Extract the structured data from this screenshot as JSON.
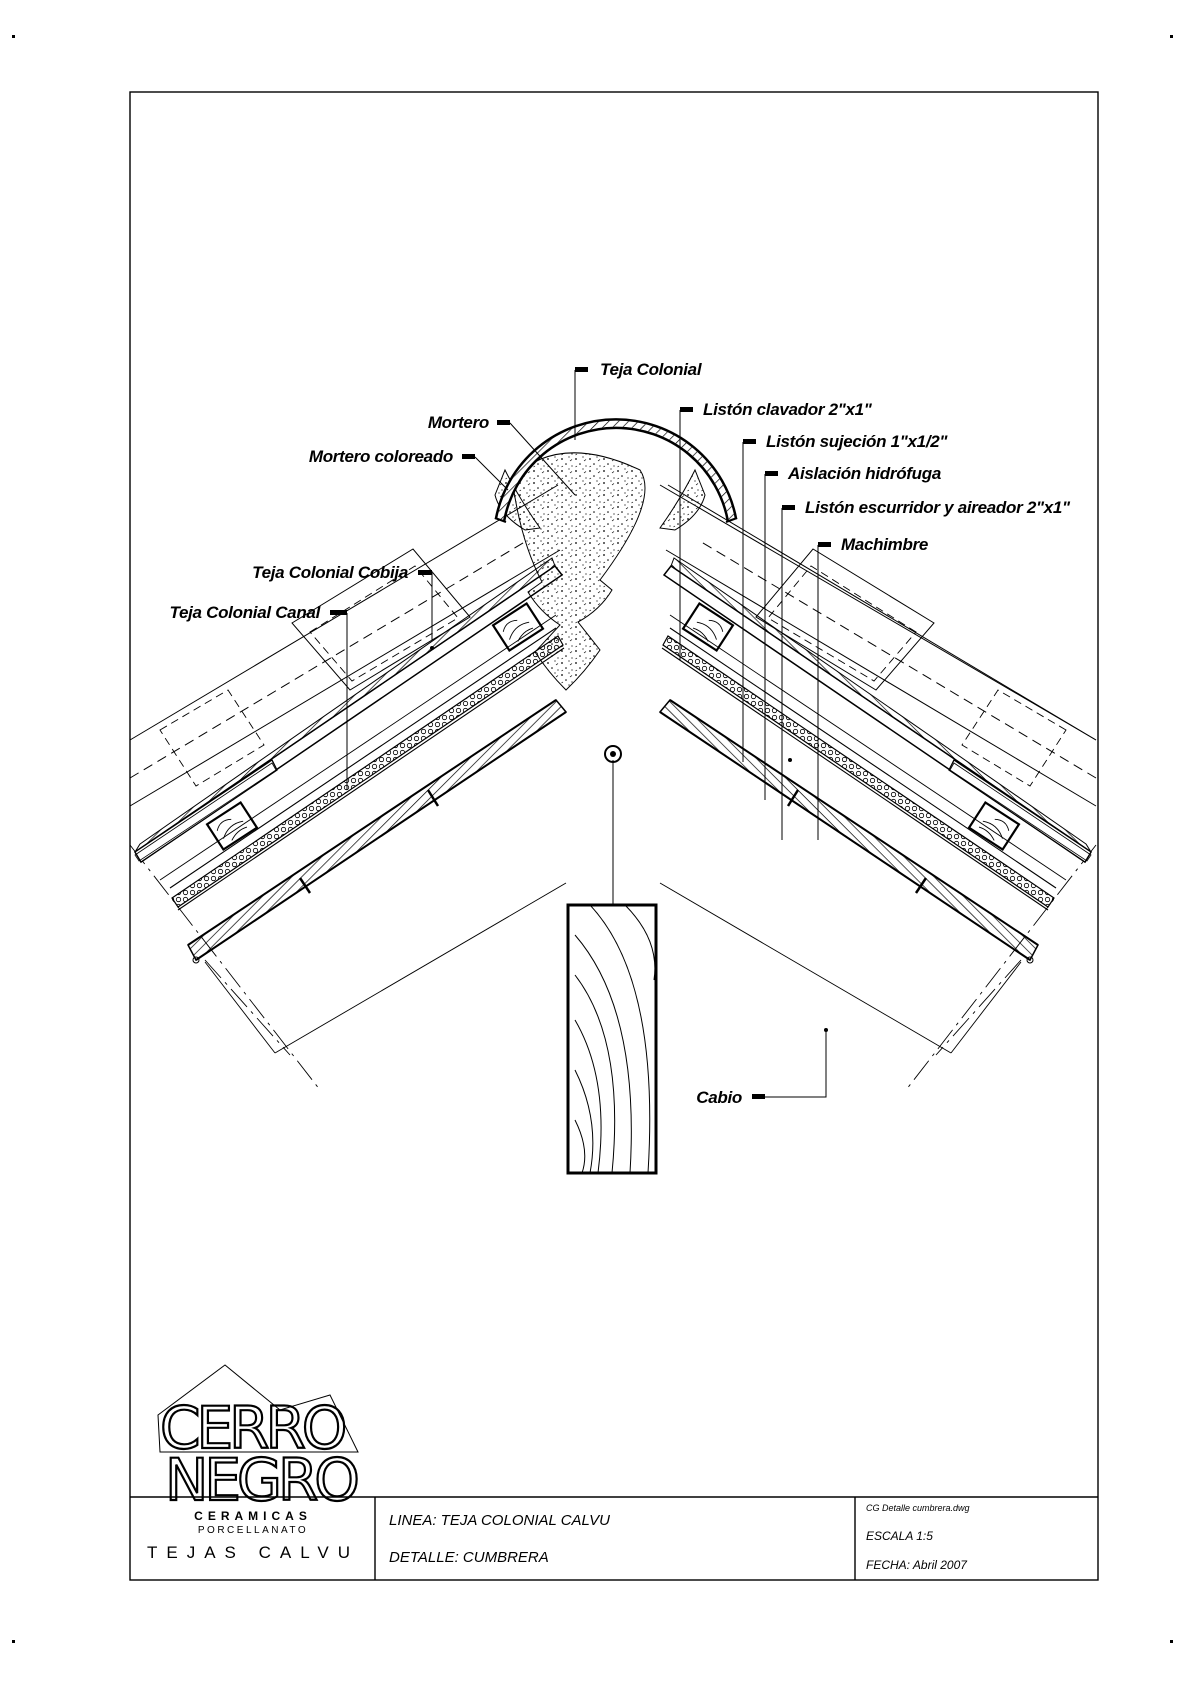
{
  "labels": {
    "teja_colonial": "Teja Colonial",
    "mortero": "Mortero",
    "mortero_coloreado": "Mortero coloreado",
    "liston_clavador": "Listón clavador 2\"x1\"",
    "liston_sujecion": "Listón sujeción 1\"x1/2\"",
    "aislacion": "Aislación hidrófuga",
    "liston_escurridor": "Listón escurridor y aireador 2\"x1\"",
    "machimbre": "Machimbre",
    "teja_cobija": "Teja Colonial Cobija",
    "teja_canal": "Teja Colonial Canal",
    "cabio": "Cabio"
  },
  "logo": {
    "line1": "CERRO",
    "line2": "NEGRO"
  },
  "title_block": {
    "brand_line1": "CERAMICAS",
    "brand_line2": "PORCELLANATO",
    "brand_line3": "TEJAS CALVU",
    "linea": "LINEA: TEJA COLONIAL CALVU",
    "detalle": "DETALLE: CUMBRERA",
    "file": "CG Detalle cumbrera.dwg",
    "escala": "ESCALA 1:5",
    "fecha": "FECHA: Abril 2007"
  }
}
